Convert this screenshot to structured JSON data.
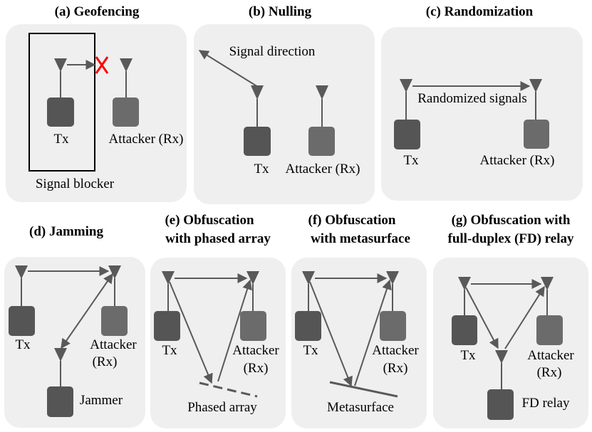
{
  "titles": {
    "a": "(a) Geofencing",
    "b": "(b) Nulling",
    "c": "(c) Randomization",
    "d": "(d) Jamming",
    "e1": "(e) Obfuscation",
    "e2": "with phased array",
    "f1": "(f) Obfuscation",
    "f2": "with metasurface",
    "g1": "(g) Obfuscation with",
    "g2": "full-duplex (FD) relay"
  },
  "labels": {
    "tx": "Tx",
    "attacker_rx": "Attacker (Rx)",
    "attacker": "Attacker",
    "rx": "(Rx)",
    "signal_blocker": "Signal blocker",
    "signal_direction": "Signal direction",
    "randomized_signals": "Randomized signals",
    "jammer": "Jammer",
    "phased_array": "Phased array",
    "metasurface": "Metasurface",
    "fd_relay": "FD relay"
  },
  "colors": {
    "panel": "#efefef",
    "device_dark": "#555555",
    "device_light": "#6b6b6b",
    "arrow": "#595959",
    "blocked_mark": "#ff0000"
  }
}
